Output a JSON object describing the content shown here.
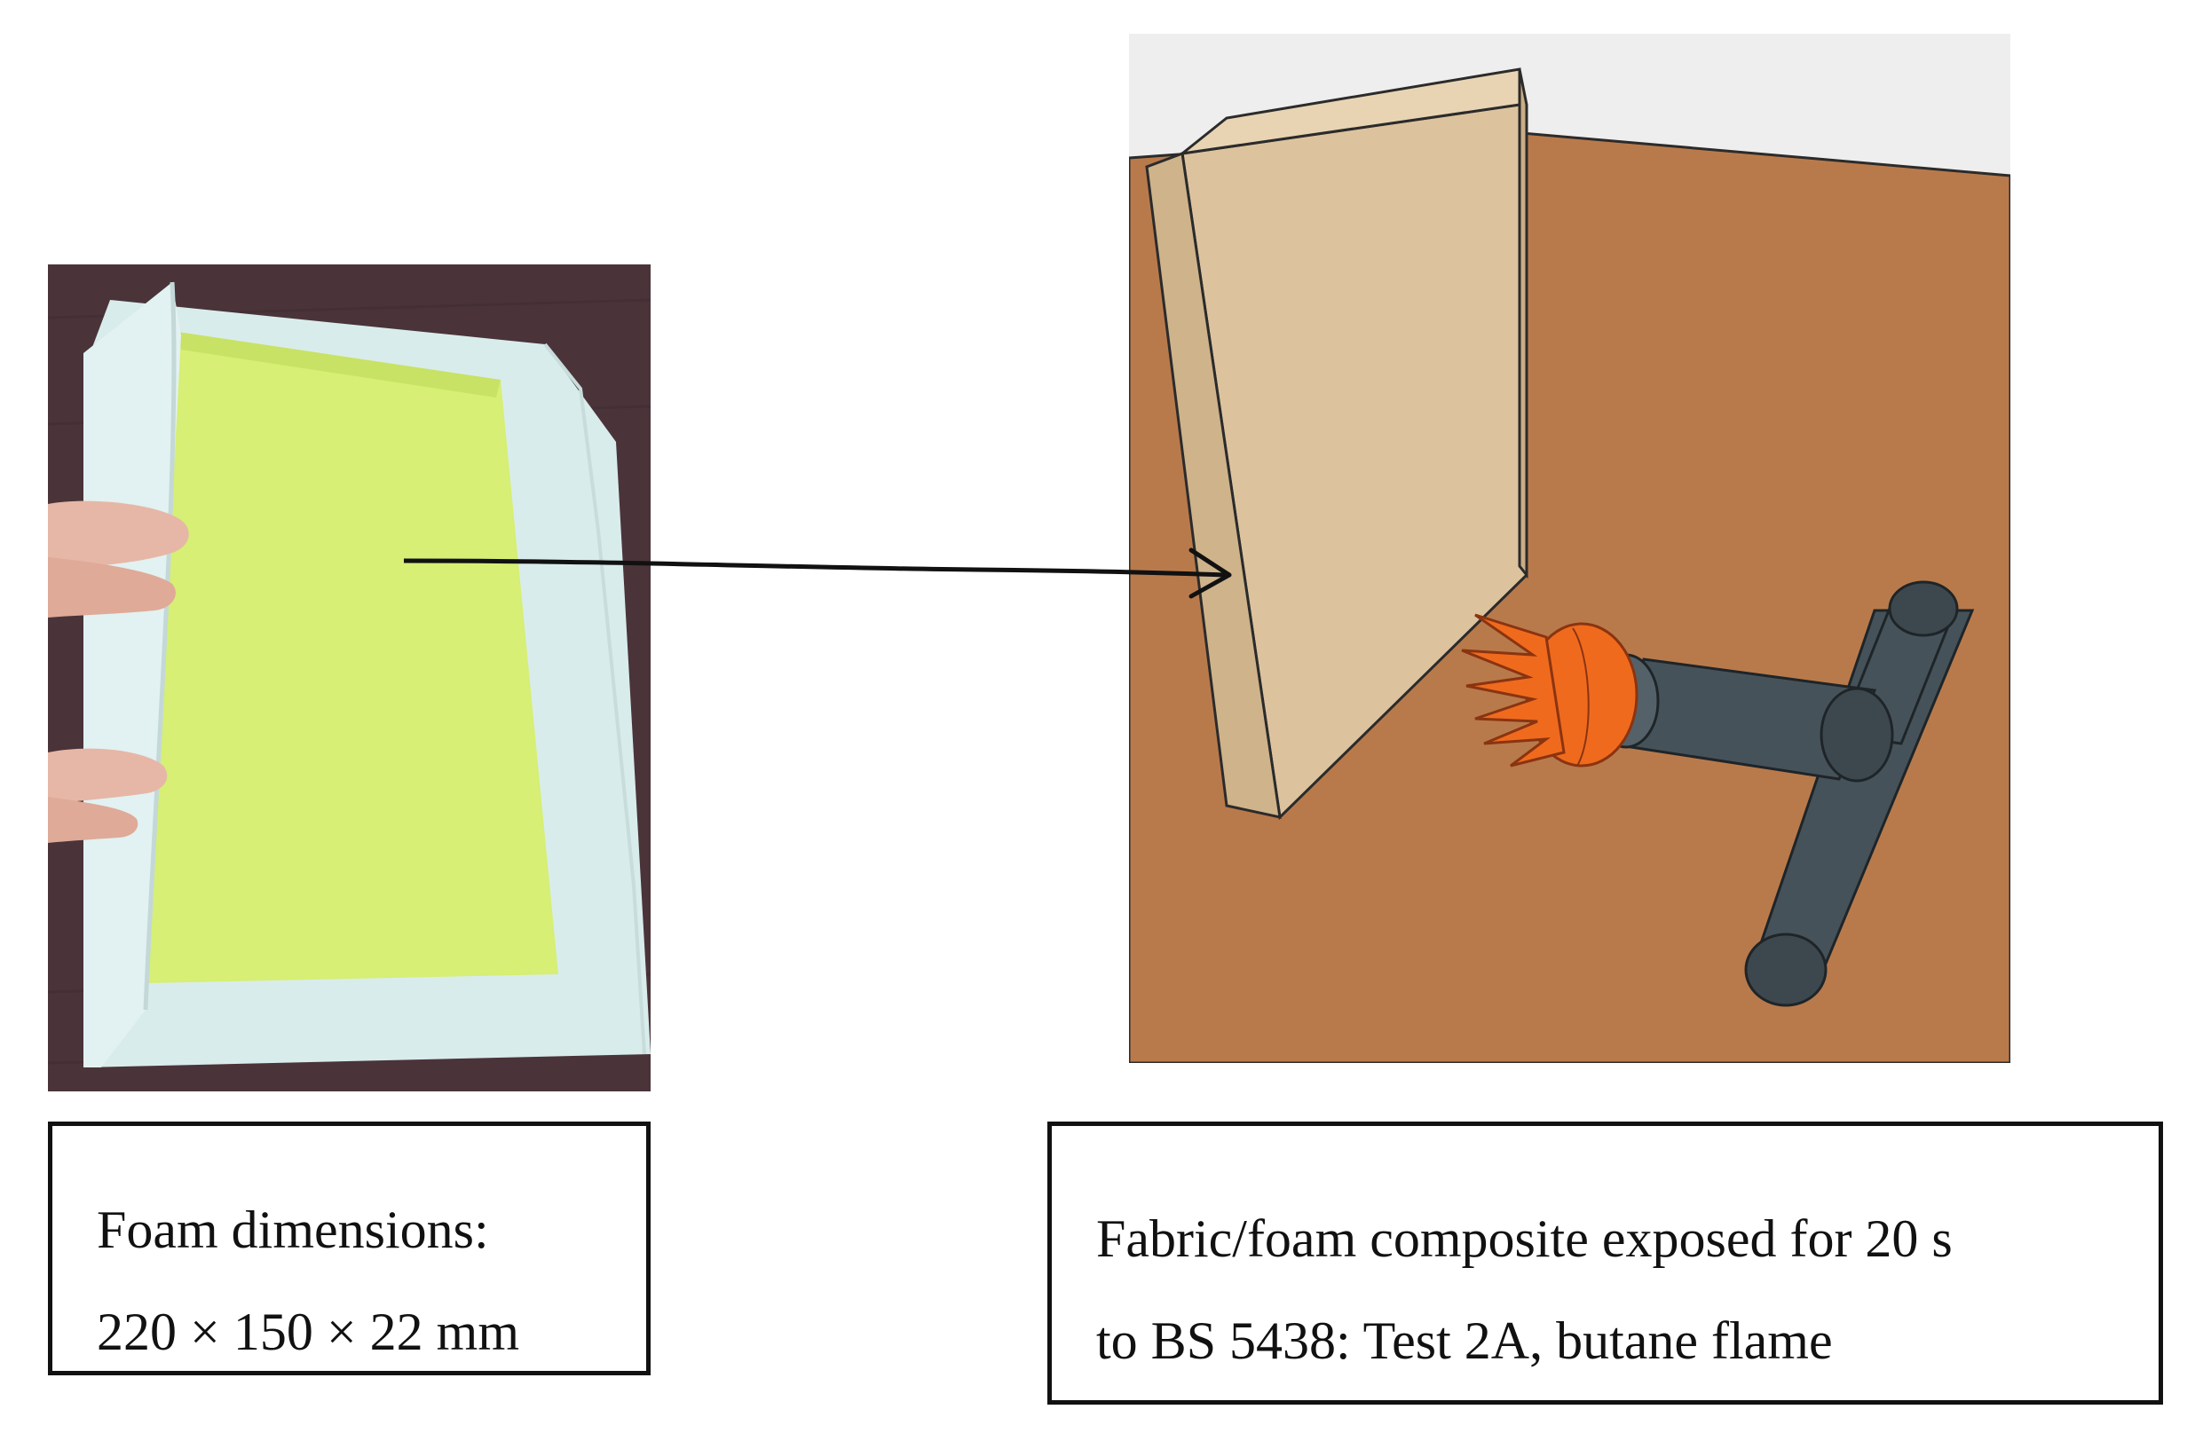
{
  "captions": {
    "left": {
      "line1": "Foam dimensions:",
      "line2": "220 × 150 × 22 mm"
    },
    "right": {
      "line1": "Fabric/foam composite exposed for 20 s",
      "line2": "to BS 5438: Test 2A, butane flame"
    }
  },
  "colors": {
    "table_top": "#b97a4b",
    "background_wall": "#eeeeee",
    "foam_panel": "#dcc39e",
    "foam_panel_side": "#ceb38b",
    "burner_body": "#465259",
    "flame": "#f06a1e",
    "foam_sample": "#d6ef74",
    "fabric_wrap": "#d9ecec",
    "photo_background": "#4a3439",
    "arrow": "#111111"
  }
}
